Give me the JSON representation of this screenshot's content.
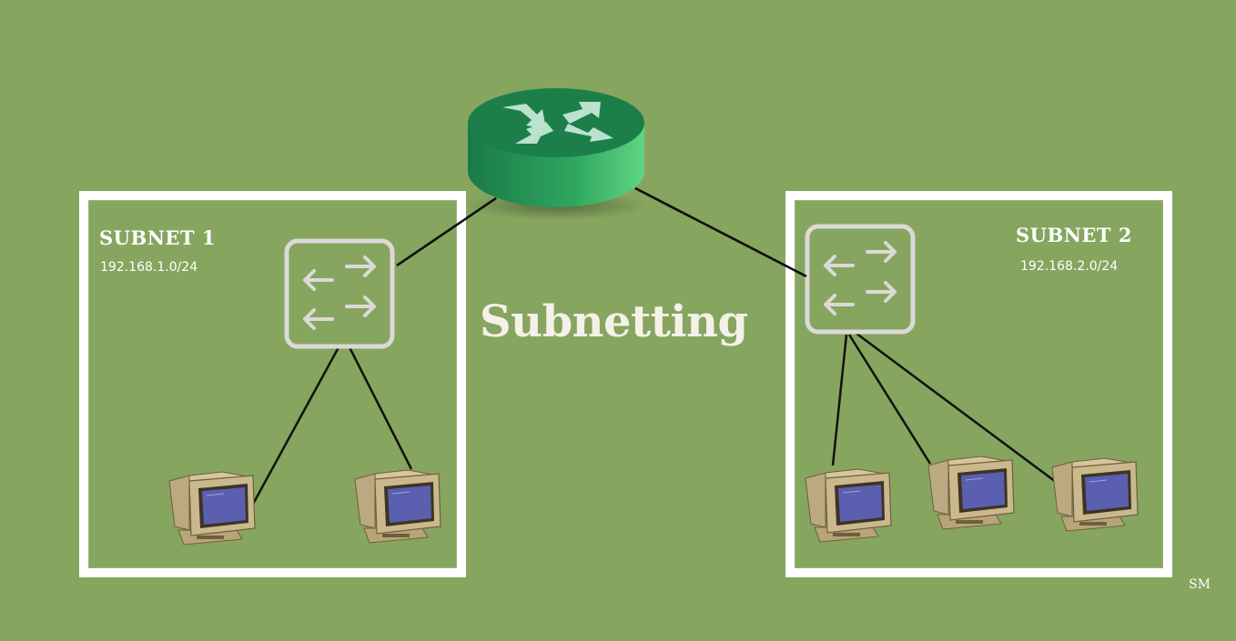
{
  "title": "Subnetting",
  "subnets": [
    {
      "label": "SUBNET 1",
      "cidr": "192.168.1.0/24"
    },
    {
      "label": "SUBNET 2",
      "cidr": "192.168.2.0/24"
    }
  ],
  "signature": "SM",
  "icons": [
    "router-icon",
    "switch-icon",
    "computer-icon"
  ],
  "colors": {
    "background": "#86a55f",
    "router": "#1f8a4e",
    "switch": "#dcdcdc",
    "computer_case": "#c9b58a",
    "computer_screen": "#5b5fb0",
    "link": "#111111",
    "box": "#ffffff"
  }
}
